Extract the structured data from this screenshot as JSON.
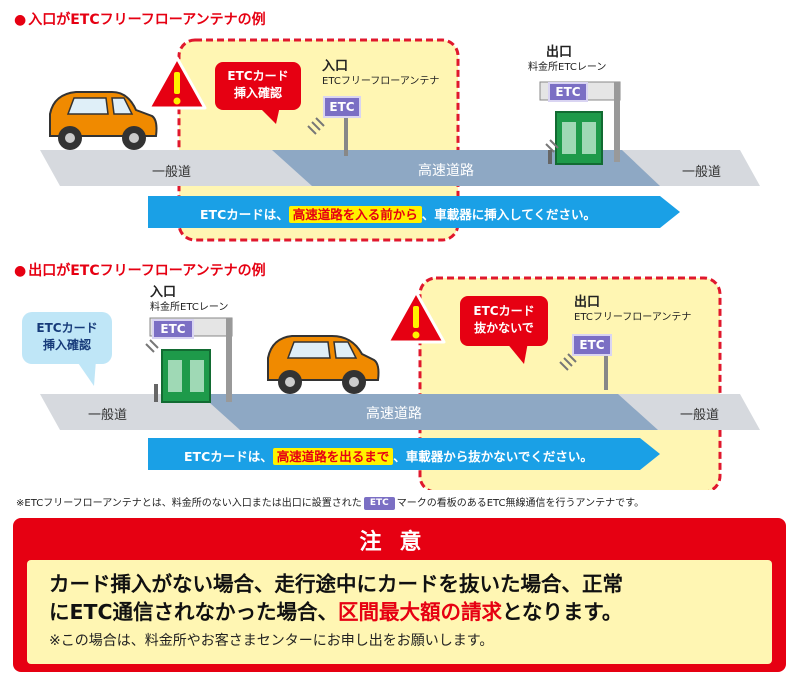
{
  "section1": {
    "title": "入口がETCフリーフローアンテナの例",
    "bubble_line1": "ETCカード",
    "bubble_line2": "挿入確認",
    "antenna_title": "入口",
    "antenna_sub": "ETCフリーフローアンテナ",
    "booth_title": "出口",
    "booth_sub": "料金所ETCレーン",
    "etc_sign": "ETC",
    "road_left": "一般道",
    "road_center": "高速道路",
    "road_right": "一般道",
    "arrow_pre": "ETCカードは、",
    "arrow_hl": "高速道路を入る前から",
    "arrow_post": "、車載器に挿入してください。"
  },
  "section2": {
    "title": "出口がETCフリーフローアンテナの例",
    "bubble_line1": "ETCカード",
    "bubble_line2": "挿入確認",
    "booth_title": "入口",
    "booth_sub": "料金所ETCレーン",
    "warn_line1": "ETCカード",
    "warn_line2": "抜かないで",
    "antenna_title": "出口",
    "antenna_sub": "ETCフリーフローアンテナ",
    "etc_sign": "ETC",
    "road_left": "一般道",
    "road_center": "高速道路",
    "road_right": "一般道",
    "arrow_pre": "ETCカードは、",
    "arrow_hl": "高速道路を出るまで",
    "arrow_post": "、車載器から抜かないでください。"
  },
  "footnote": {
    "pre": "※ETCフリーフローアンテナとは、料金所のない入口または出口に設置された",
    "badge": "ETC",
    "post": "マークの看板のあるETC無線通信を行うアンテナです。"
  },
  "caution": {
    "title": "注意",
    "line1": "カード挿入がない場合、走行途中にカードを抜いた場合、正常",
    "line2_pre": "にETC通信されなかった場合、",
    "line2_red": "区間最大額の請求",
    "line2_post": "となります。",
    "sub": "※この場合は、料金所やお客さまセンターにお申し出をお願いします。"
  },
  "colors": {
    "red": "#e60012",
    "yellow_zone": "#fff6b3",
    "arrow_blue": "#1aa0e6",
    "road_gray": "#d0d3d8",
    "highway_blue": "#8ea8c4",
    "etc_purple": "#7b6fc4",
    "car_orange": "#f08a00",
    "booth_green": "#1e9a4a"
  },
  "icons": [
    "warning-icon",
    "car-icon",
    "toll-booth-icon",
    "antenna-sign-icon"
  ]
}
